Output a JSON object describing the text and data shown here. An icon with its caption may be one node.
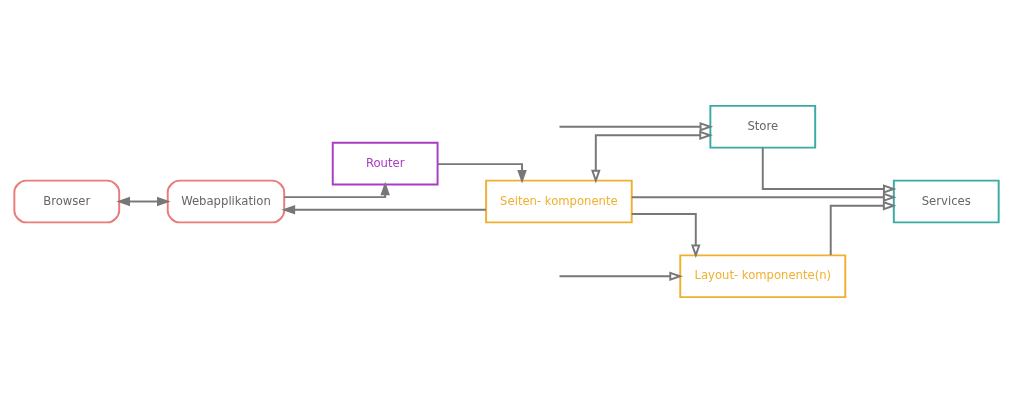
{
  "diagram": {
    "nodes": [
      {
        "text": [
          "Browser"
        ]
      },
      {
        "text": [
          "Webapplikation"
        ]
      },
      {
        "text": [
          "Router"
        ]
      },
      {
        "text": [
          "Seiten- komponente"
        ]
      },
      {
        "text": [
          "Store"
        ]
      },
      {
        "text": [
          "Services"
        ]
      },
      {
        "text": [
          "Layout- komponente(n)"
        ]
      }
    ],
    "edges": [
      {
        "from": 0,
        "to": 1,
        "arrow": "both"
      },
      {
        "from": 1,
        "to": 2,
        "arrow": "to"
      },
      {
        "from": 3,
        "to": 1,
        "arrow": "to"
      },
      {
        "from": 2,
        "to": 3,
        "arrow": "to"
      },
      {
        "from": 3,
        "to": 4,
        "arrow": "both"
      },
      {
        "from": 4,
        "to": 5,
        "arrow": "to"
      },
      {
        "from": 3,
        "to": 5,
        "arrow": "to"
      },
      {
        "from": 3,
        "to": 6,
        "arrow": "to"
      },
      {
        "from": 6,
        "to": 5,
        "arrow": "to"
      },
      {
        "from": null,
        "to": 6,
        "arrow": "to"
      },
      {
        "from": null,
        "to": 4,
        "arrow": "to"
      }
    ]
  }
}
